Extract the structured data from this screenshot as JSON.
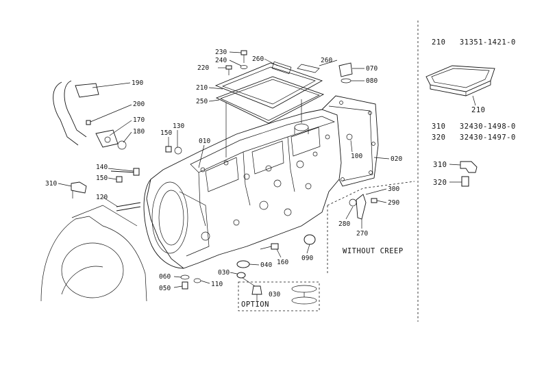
{
  "callouts": {
    "c190": "190",
    "c200": "200",
    "c170": "170",
    "c180": "180",
    "c150a": "150",
    "c130": "130",
    "c010": "010",
    "c230": "230",
    "c240": "240",
    "c220": "220",
    "c210": "210",
    "c250": "250",
    "c260a": "260",
    "c260b": "260",
    "c070": "070",
    "c080": "080",
    "c100": "100",
    "c020": "020",
    "c140": "140",
    "c150b": "150",
    "c310": "310",
    "c120": "120",
    "c300": "300",
    "c290": "290",
    "c280": "280",
    "c270": "270",
    "c090": "090",
    "c160": "160",
    "c040": "040",
    "c030a": "030",
    "c030b": "030",
    "c060": "060",
    "c050": "050",
    "c110": "110"
  },
  "labels": {
    "without_creep": "WITHOUT CREEP",
    "option": "OPTION"
  },
  "part_numbers": {
    "p210": "210   31351-1421-0",
    "p310": "310   32430-1498-0",
    "p320": "320   32430-1497-0"
  },
  "inset": {
    "i210": "210",
    "i310": "310",
    "i320": "320"
  }
}
